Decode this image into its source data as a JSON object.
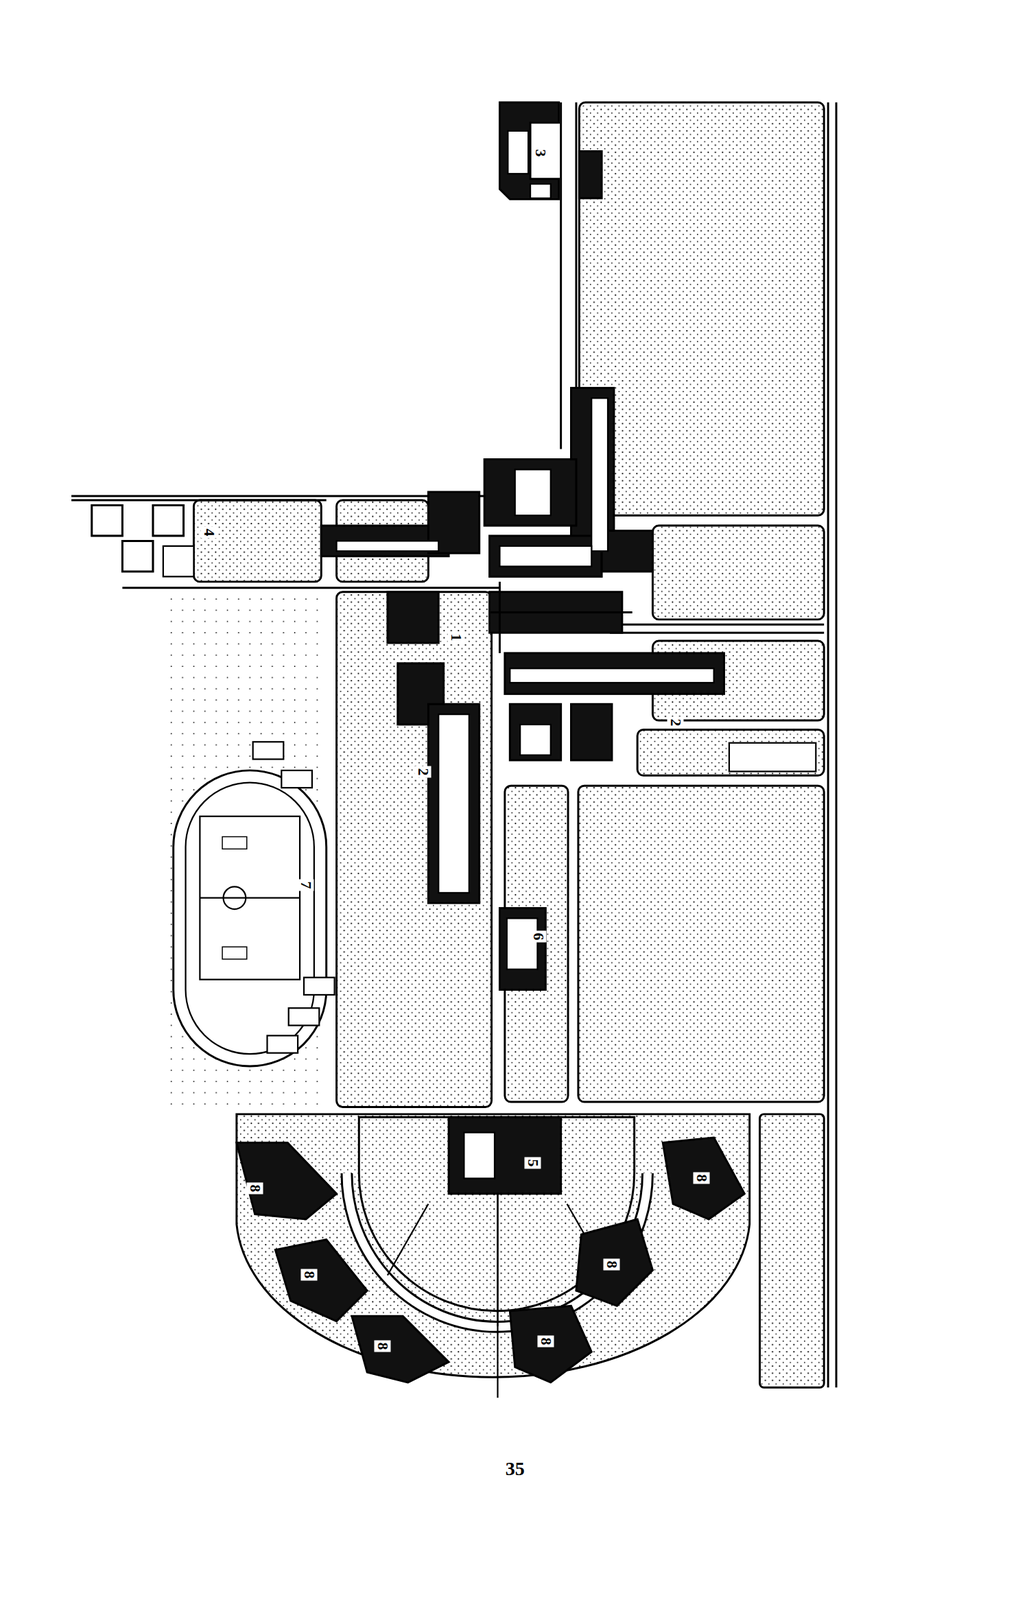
{
  "diagram": {
    "labels": [
      "3",
      "4",
      "1",
      "2",
      "7",
      "2",
      "6",
      "5",
      "8",
      "8",
      "8",
      "8",
      "8",
      "8",
      "35"
    ]
  }
}
